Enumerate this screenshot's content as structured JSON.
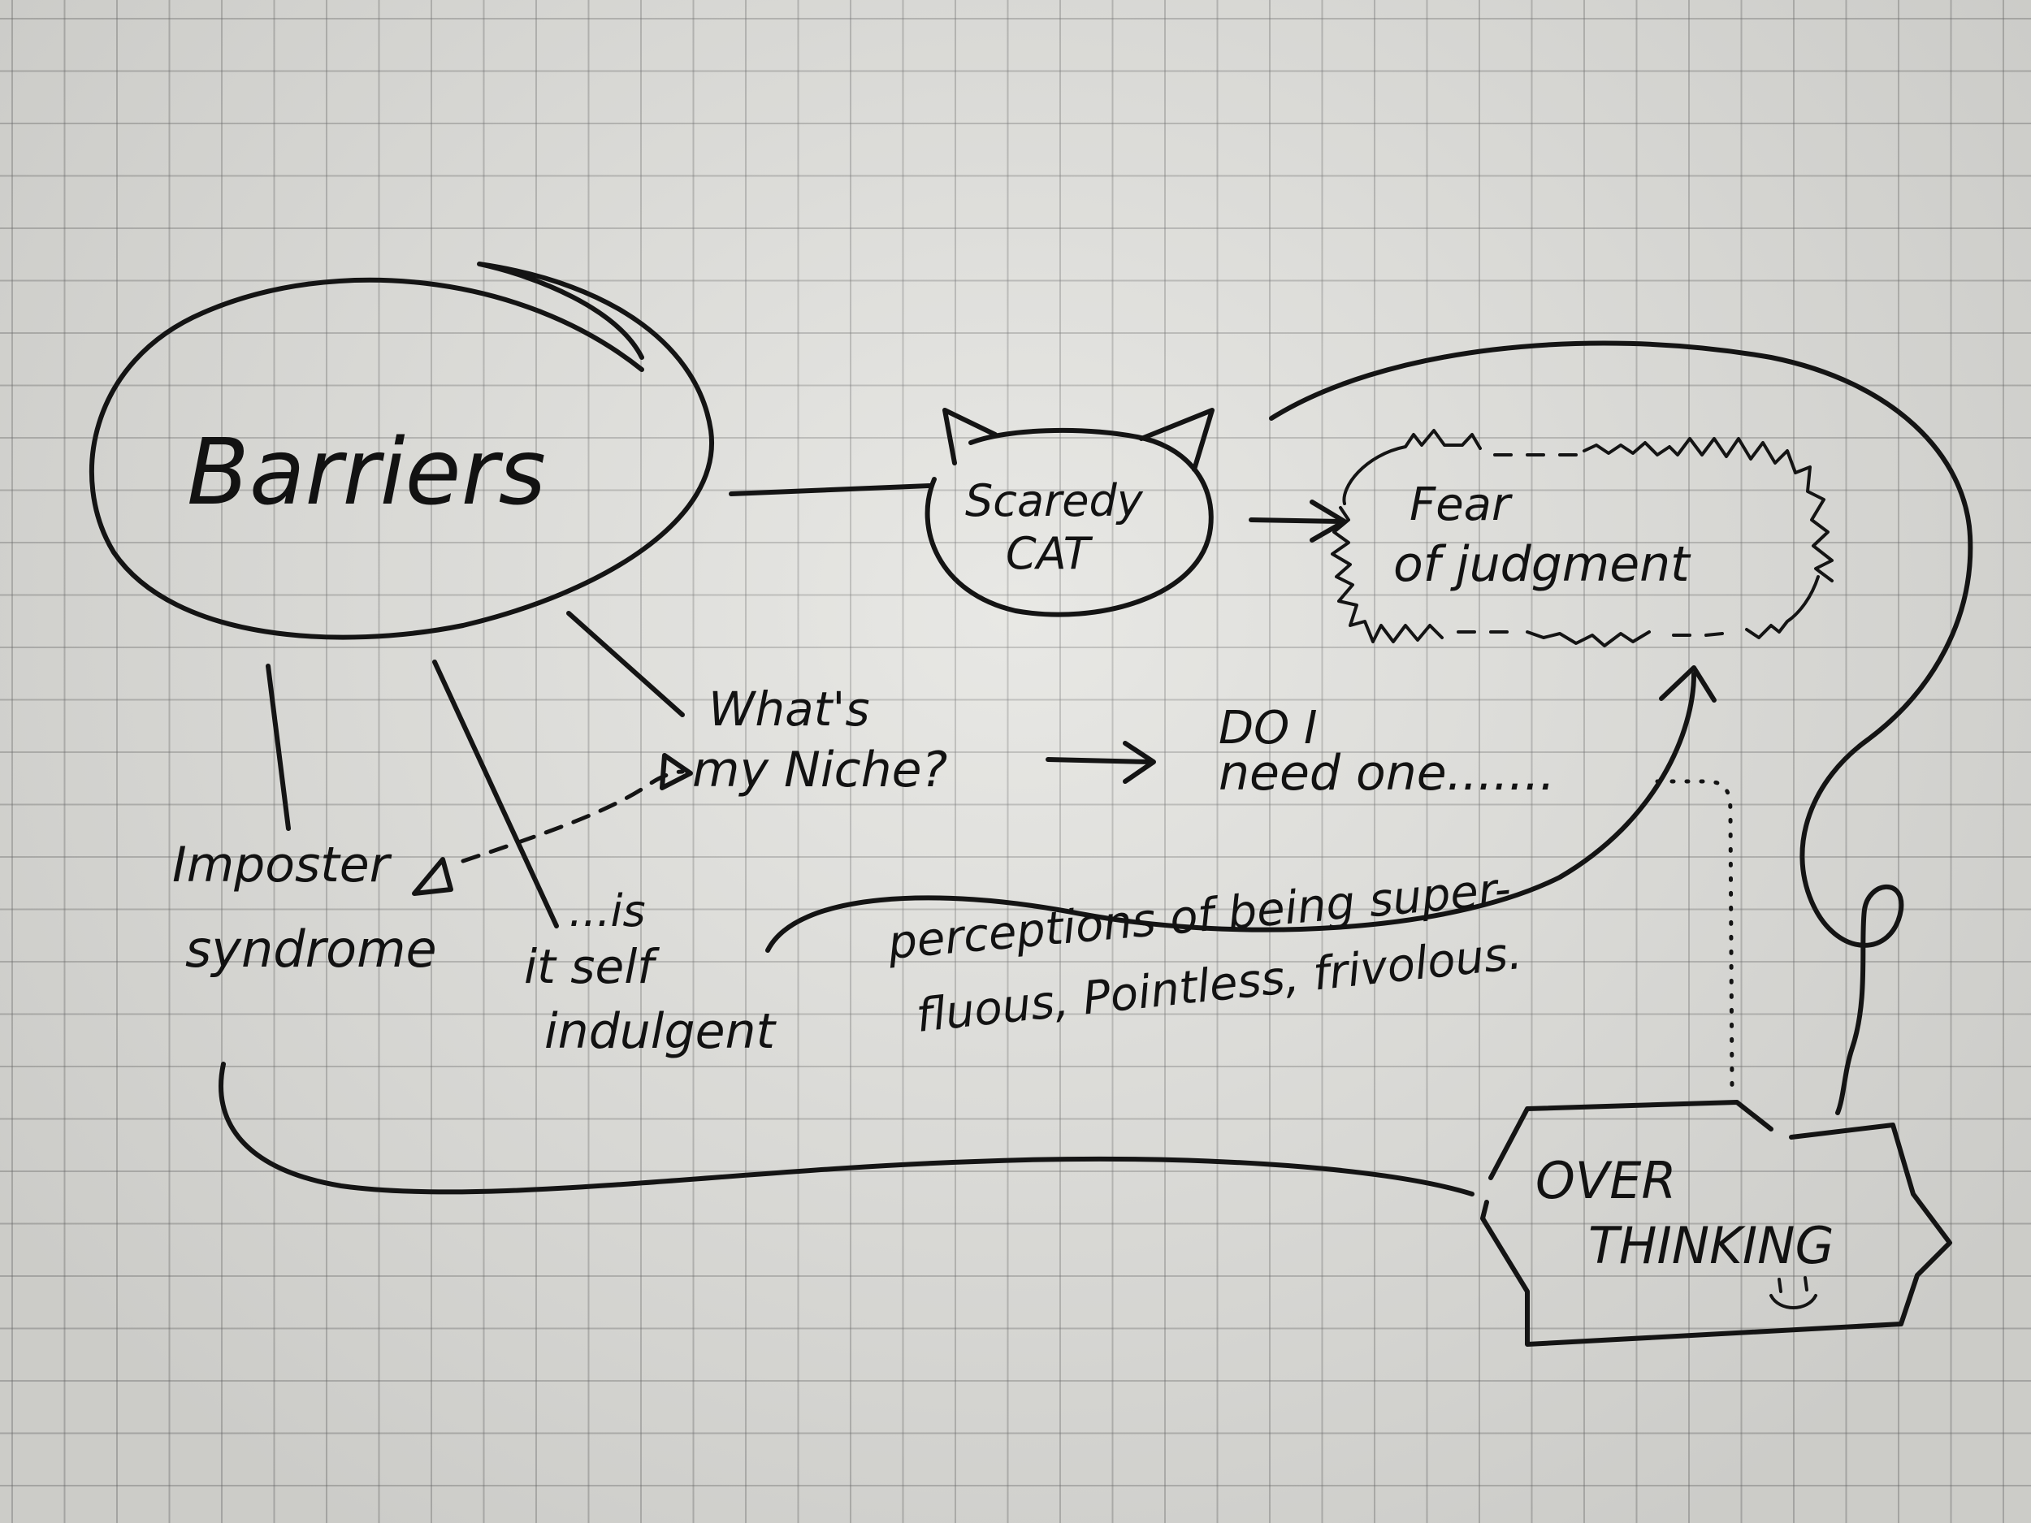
{
  "nodes": {
    "barriers": "Barriers",
    "scaredy_cat": {
      "line1": "Scaredy",
      "line2": "CAT"
    },
    "fear_of_judgment": {
      "line1": "Fear",
      "line2": "of judgment"
    },
    "whats_my_niche": {
      "line1": "What's",
      "line2": "my Niche?"
    },
    "do_i_need_one": {
      "line1": "DO I",
      "line2": "need one......."
    },
    "imposter_syndrome": {
      "line1": "Imposter",
      "line2": "syndrome"
    },
    "is_it_self_indulgent": {
      "line1": "...is",
      "line2": "it self",
      "line3": "indulgent"
    },
    "perceptions": {
      "line1": "perceptions of being super-",
      "line2": "fluous, Pointless, frivolous."
    },
    "overthinking": {
      "line1": "OVER",
      "line2": "THINKING"
    }
  },
  "colors": {
    "ink": "#141414",
    "paper": "#e3e3df",
    "grid": "#8a8a8a"
  }
}
